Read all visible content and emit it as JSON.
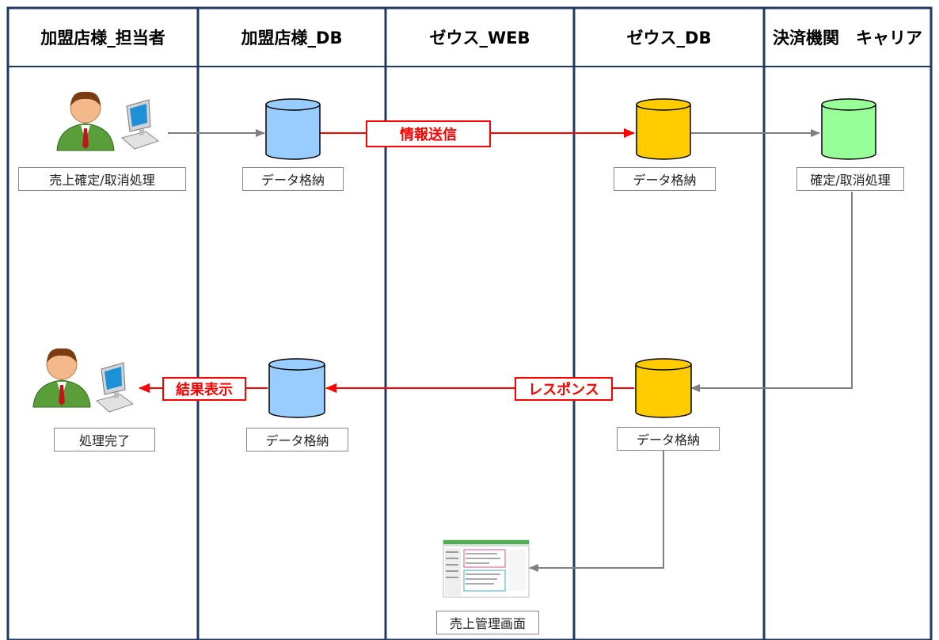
{
  "lanes": [
    {
      "title": "加盟店様_担当者"
    },
    {
      "title": "加盟店様_DB"
    },
    {
      "title": "ゼウス_WEB"
    },
    {
      "title": "ゼウス_DB"
    },
    {
      "title": "決済機関　キャリア"
    }
  ],
  "nodes": {
    "merchant_user_top": {
      "label": "売上確定/取消処理"
    },
    "merchant_db_top": {
      "label": "データ格納"
    },
    "zeus_db_top": {
      "label": "データ格納"
    },
    "carrier_db": {
      "label": "確定/取消処理"
    },
    "merchant_user_bottom": {
      "label": "処理完了"
    },
    "merchant_db_bottom": {
      "label": "データ格納"
    },
    "zeus_db_bottom": {
      "label": "データ格納"
    },
    "sales_screen": {
      "label": "売上管理画面"
    }
  },
  "edges": {
    "info_send": {
      "label": "情報送信"
    },
    "response": {
      "label": "レスポンス"
    },
    "result_display": {
      "label": "結果表示"
    }
  },
  "colors": {
    "frame": "#1f3864",
    "arrow_gray": "#808080",
    "arrow_red": "#ff0000",
    "db_blue": "#99ccff",
    "db_yellow": "#ffcc00",
    "db_green": "#99ff99"
  },
  "icons": {
    "person": "person-icon",
    "computer": "computer-icon",
    "screen": "screenshot-thumbnail-icon"
  }
}
